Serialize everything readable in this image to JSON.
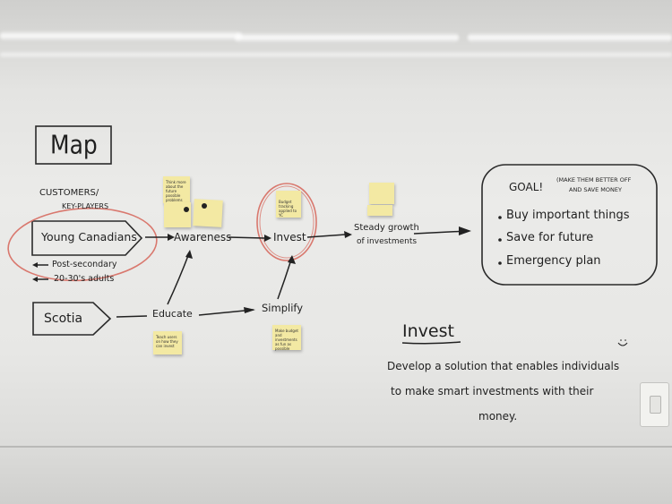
{
  "map_title": "Map",
  "customers_label": "CUSTOMERS/",
  "key_players_label": "KEY-PLAYERS",
  "nodes": {
    "young_canadians": "Young Canadians",
    "scotia": "Scotia",
    "awareness": "Awareness",
    "invest": "Invest",
    "educate": "Educate",
    "simplify": "Simplify",
    "steady_growth_line1": "Steady growth",
    "steady_growth_line2": "of investments"
  },
  "customer_notes": {
    "post_secondary": "Post-secondary",
    "age_range": "20-30's adults"
  },
  "goal": {
    "heading": "GOAL!",
    "aside_line1": "(MAKE THEM BETTER OFF",
    "aside_line2": "AND SAVE MONEY",
    "items": [
      "Buy important things",
      "Save for future",
      "Emergency plan"
    ]
  },
  "invest_statement": {
    "heading": "Invest",
    "line1": "Develop a solution that enables individuals",
    "line2": "to make smart investments with their",
    "line3": "money."
  },
  "sticky_notes": {
    "awareness_note": "Think more about the future possible problems",
    "invest_note": "Budget tracking applied to YC",
    "educate_note": "Teach users on how they can invest",
    "simplify_note": "Make budget and investments as fun as possible"
  },
  "colors": {
    "ink": "#1f1f1f",
    "red_circle": "#d9786e",
    "sticky": "#f3e9a3"
  }
}
